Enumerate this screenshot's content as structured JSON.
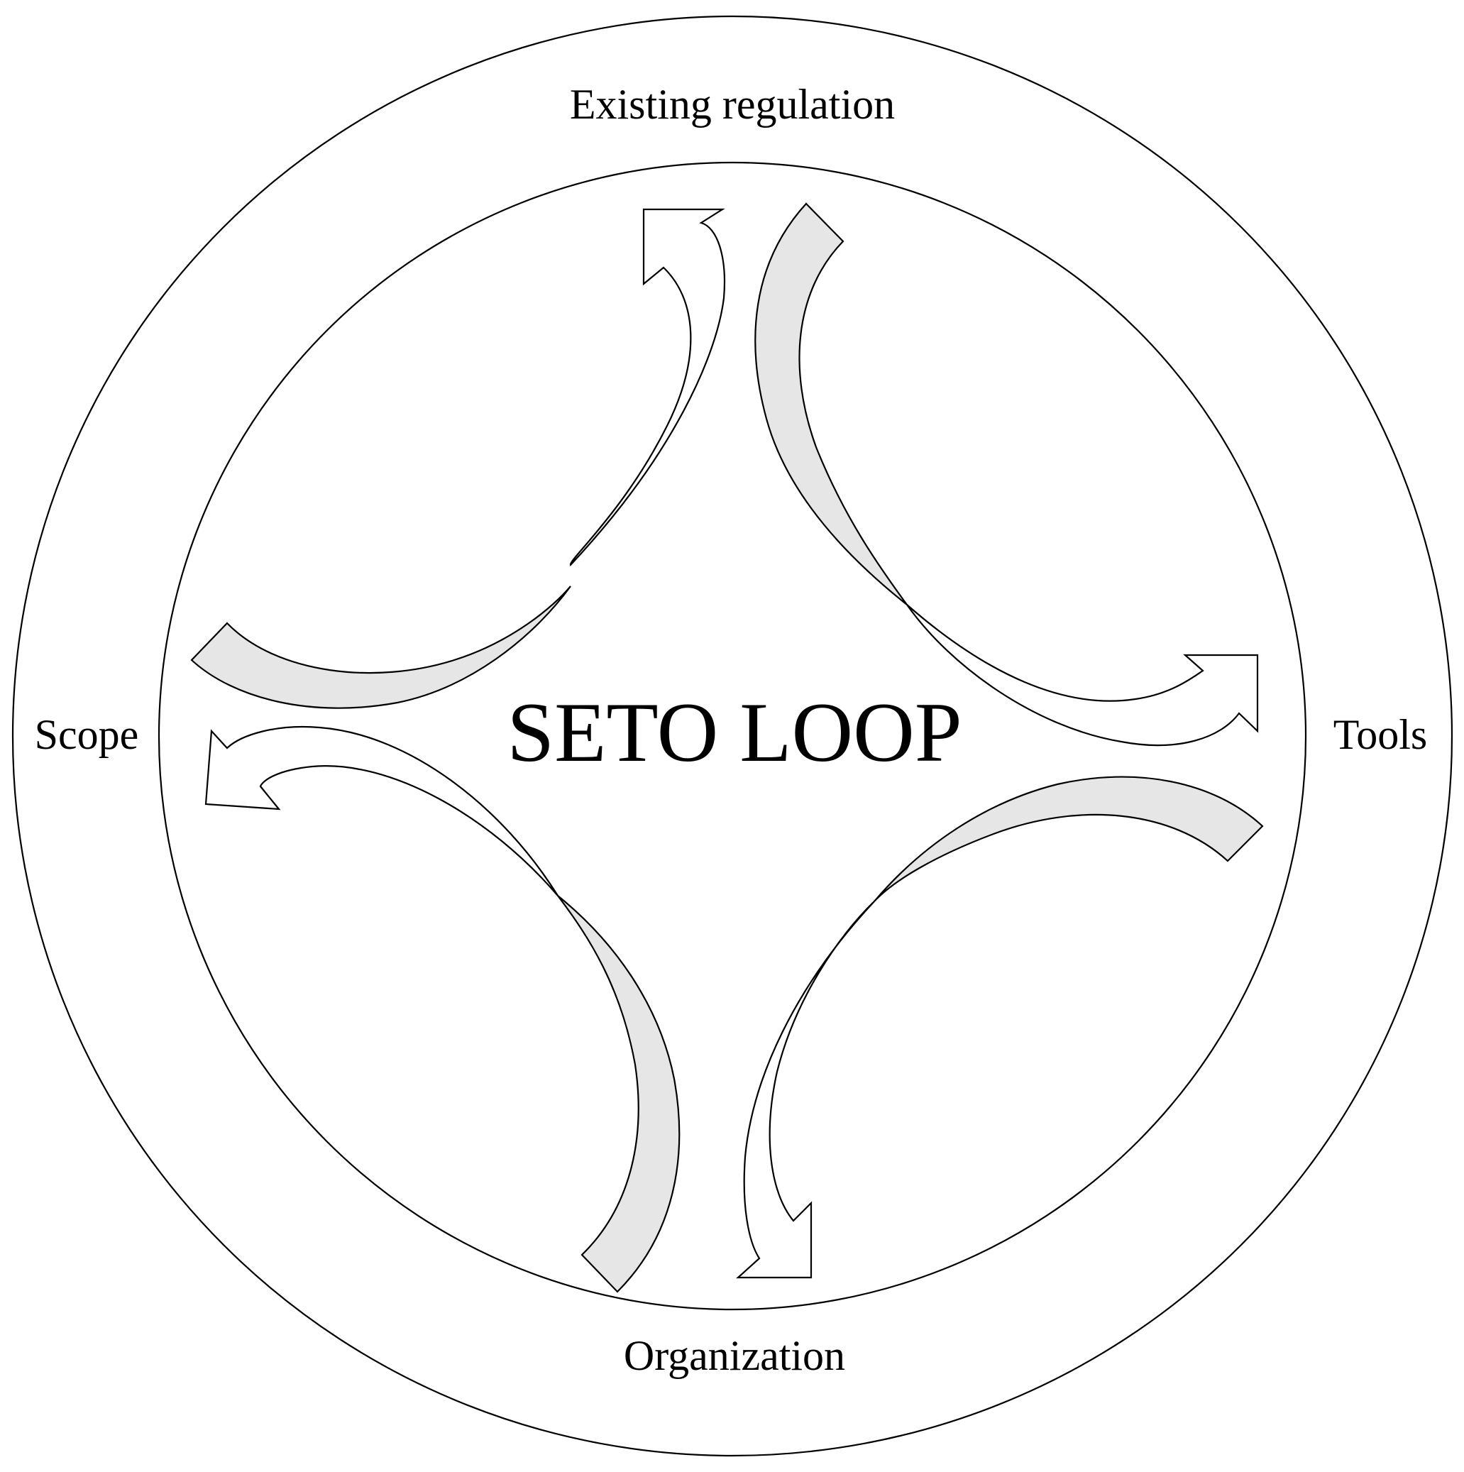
{
  "diagram": {
    "center_label": "SETO LOOP",
    "outer_labels": {
      "top": "Existing regulation",
      "right": "Tools",
      "bottom": "Organization",
      "left": "Scope"
    },
    "arrows": [
      {
        "name": "arrow-to-existing-regulation",
        "fill": "#ffffff"
      },
      {
        "name": "arrow-from-existing-regulation",
        "fill": "#e6e6e6"
      },
      {
        "name": "arrow-to-tools",
        "fill": "#ffffff"
      },
      {
        "name": "arrow-from-tools",
        "fill": "#e6e6e6"
      },
      {
        "name": "arrow-to-organization",
        "fill": "#ffffff"
      },
      {
        "name": "arrow-from-organization",
        "fill": "#e6e6e6"
      },
      {
        "name": "arrow-to-scope",
        "fill": "#ffffff"
      },
      {
        "name": "arrow-from-scope",
        "fill": "#e6e6e6"
      }
    ],
    "colors": {
      "stroke": "#000000",
      "background": "#ffffff",
      "shaded_arrow": "#e6e6e6"
    }
  }
}
